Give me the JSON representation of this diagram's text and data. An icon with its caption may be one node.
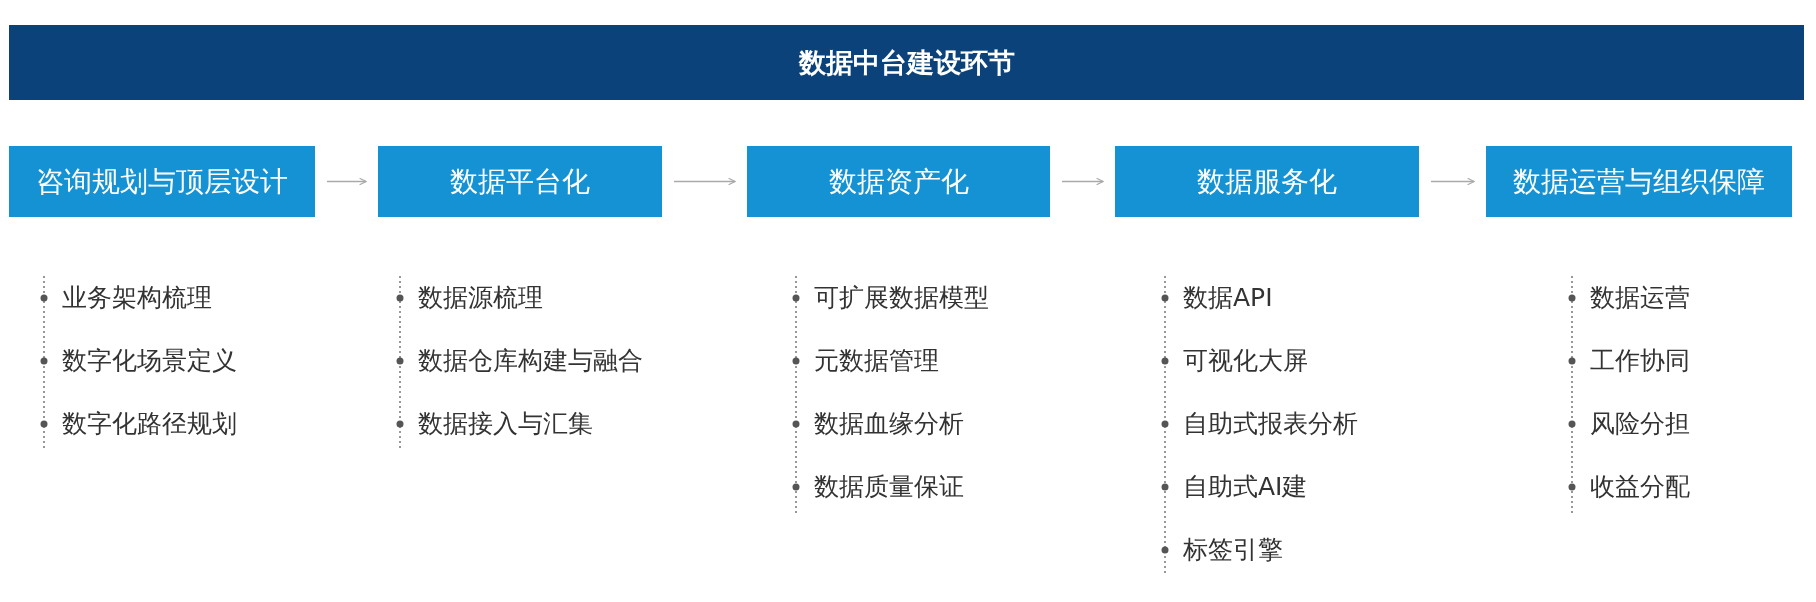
{
  "diagram": {
    "nodes": [
      {
        "text": [
          "数据中台建设环节"
        ]
      },
      {
        "text": [
          "咨询规划与顶层设计"
        ],
        "beside": [
          "业务架构梳理",
          "数字化场景定义",
          "数字化路径规划"
        ]
      },
      {
        "text": [
          "数据平台化"
        ],
        "beside": [
          "数据源梳理",
          "数据仓库构建与融合",
          "数据接入与汇集"
        ]
      },
      {
        "text": [
          "数据资产化"
        ],
        "beside": [
          "可扩展数据模型",
          "元数据管理",
          "数据血缘分析",
          "数据质量保证"
        ]
      },
      {
        "text": [
          "数据服务化"
        ],
        "beside": [
          "数据API",
          "可视化大屏",
          "自助式报表分析",
          "自助式AI建",
          "标签引擎"
        ]
      },
      {
        "text": [
          "数据运营与组织保障"
        ],
        "beside": [
          "数据运营",
          "工作协同",
          "风险分担",
          "收益分配"
        ]
      }
    ],
    "edges": [
      {
        "from": 1,
        "to": 2,
        "arrow": "to"
      },
      {
        "from": 2,
        "to": 3,
        "arrow": "to"
      },
      {
        "from": 3,
        "to": 4,
        "arrow": "to"
      },
      {
        "from": 4,
        "to": 5,
        "arrow": "to"
      }
    ]
  }
}
